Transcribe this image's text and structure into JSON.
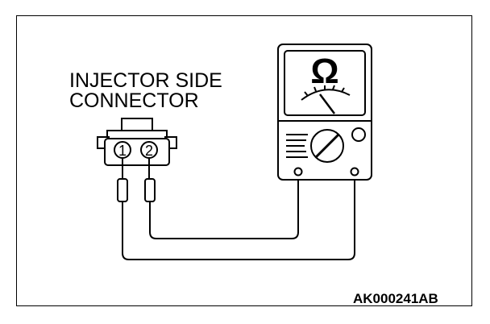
{
  "labels": {
    "connector_line1": "INJECTOR SIDE",
    "connector_line2": "CONNECTOR",
    "figure_code": "AK000241AB"
  },
  "connector": {
    "pins": [
      "1",
      "2"
    ]
  },
  "meter": {
    "symbol": "Ω"
  },
  "icons": {
    "ohmmeter": "ohmmeter-icon",
    "connector": "connector-icon"
  },
  "colors": {
    "line": "#000000",
    "background": "#ffffff"
  }
}
